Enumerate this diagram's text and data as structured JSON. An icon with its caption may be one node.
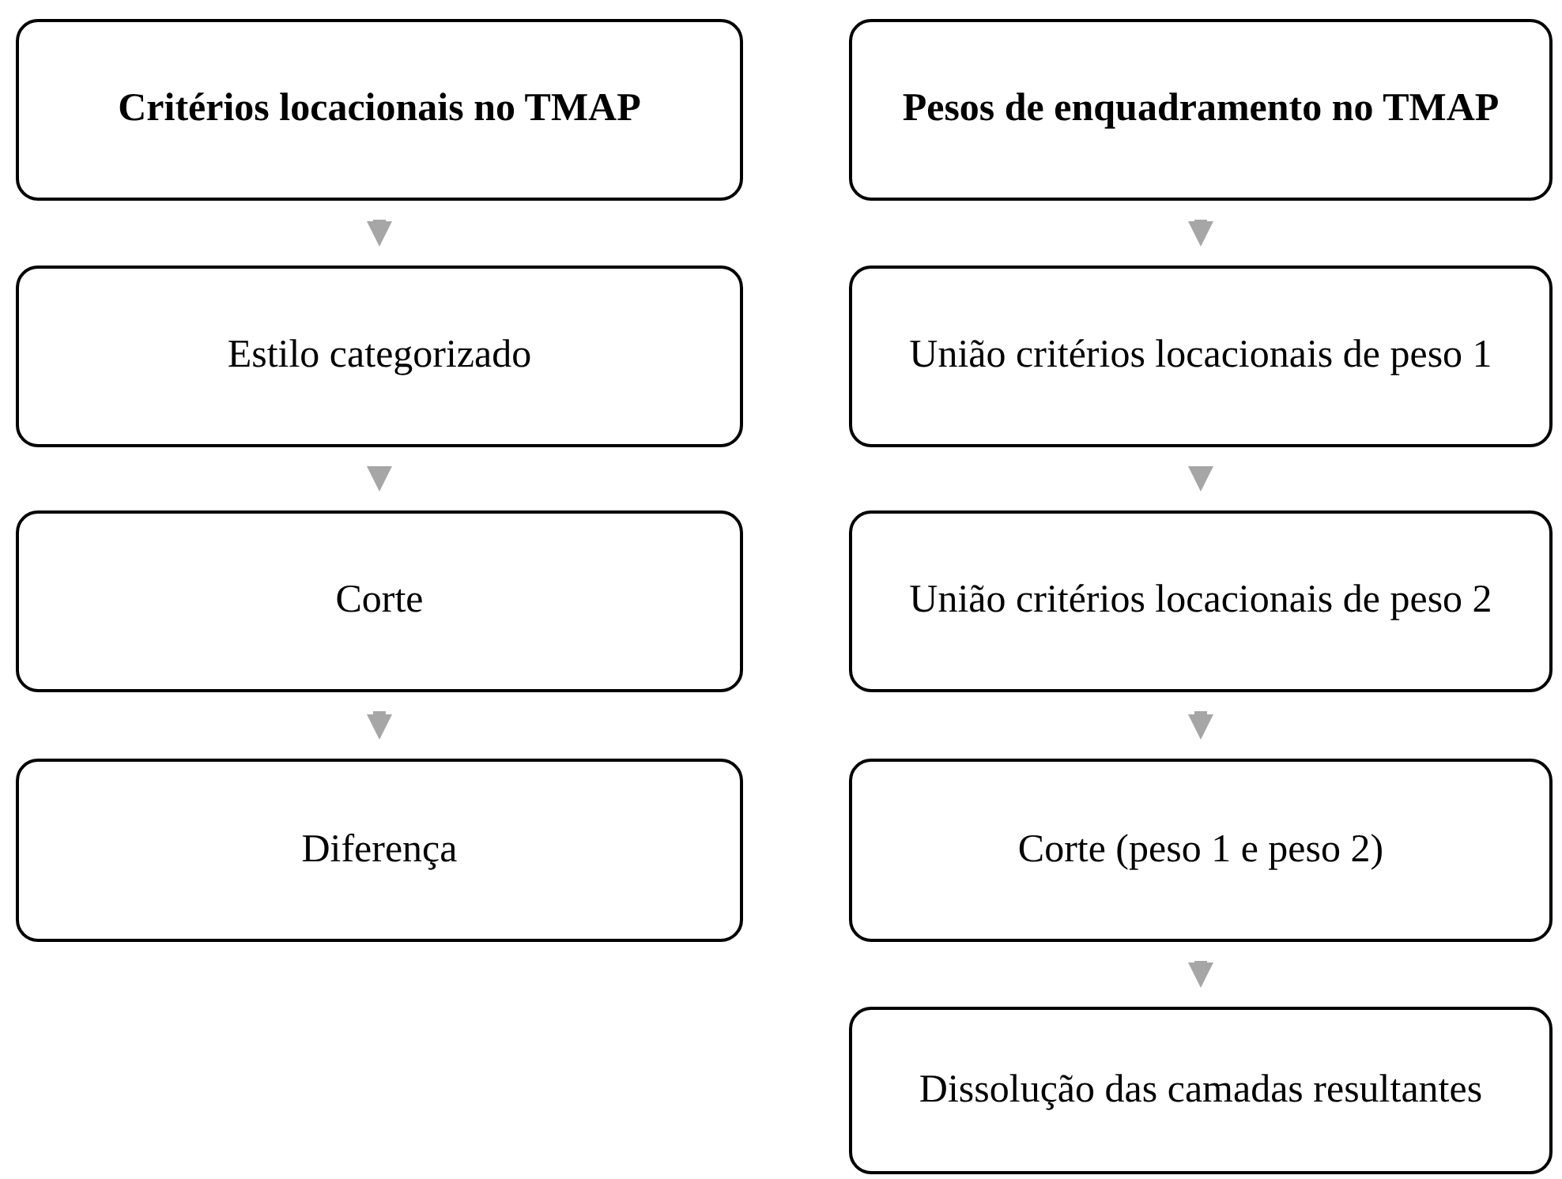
{
  "diagram": {
    "nodes": [
      {
        "text": [
          "Critérios locacionais no TMAP"
        ]
      },
      {
        "text": [
          "Estilo categorizado"
        ]
      },
      {
        "text": [
          "Corte"
        ]
      },
      {
        "text": [
          "Diferença"
        ]
      },
      {
        "text": [
          "Pesos de enquadramento no TMAP"
        ]
      },
      {
        "text": [
          "União critérios locacionais de peso 1"
        ]
      },
      {
        "text": [
          "União critérios locacionais de peso 2"
        ]
      },
      {
        "text": [
          "Corte (peso 1 e peso 2)"
        ]
      },
      {
        "text": [
          "Dissolução das camadas resultantes"
        ]
      }
    ],
    "edges": [
      {
        "from": 0,
        "to": 1,
        "arrow": "to"
      },
      {
        "from": 1,
        "to": 2,
        "arrow": "to"
      },
      {
        "from": 2,
        "to": 3,
        "arrow": "to"
      },
      {
        "from": 4,
        "to": 5,
        "arrow": "to"
      },
      {
        "from": 5,
        "to": 6,
        "arrow": "to"
      },
      {
        "from": 6,
        "to": 7,
        "arrow": "to"
      },
      {
        "from": 7,
        "to": 8,
        "arrow": "to"
      }
    ]
  }
}
